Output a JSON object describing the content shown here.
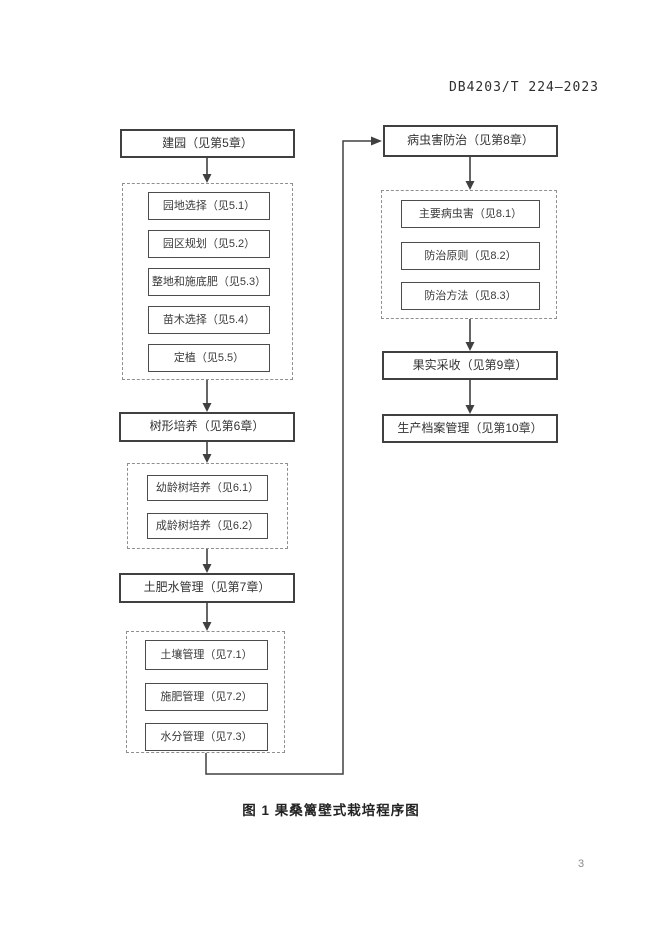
{
  "header": {
    "doc_code": "DB4203/T 224—2023"
  },
  "figure": {
    "caption": "图 1 果桑篱壁式栽培程序图",
    "page_number": "3"
  },
  "flow": {
    "left": [
      {
        "label": "建园（见第5章）",
        "children": [
          "园地选择（见5.1）",
          "园区规划（见5.2）",
          "整地和施底肥（见5.3）",
          "苗木选择（见5.4）",
          "定植（见5.5）"
        ]
      },
      {
        "label": "树形培养（见第6章）",
        "children": [
          "幼龄树培养（见6.1）",
          "成龄树培养（见6.2）"
        ]
      },
      {
        "label": "土肥水管理（见第7章）",
        "children": [
          "土壤管理（见7.1）",
          "施肥管理（见7.2）",
          "水分管理（见7.3）"
        ]
      }
    ],
    "right": [
      {
        "label": "病虫害防治（见第8章）",
        "children": [
          "主要病虫害（见8.1）",
          "防治原则（见8.2）",
          "防治方法（见8.3）"
        ]
      },
      {
        "label": "果实采收（见第9章）",
        "children": []
      },
      {
        "label": "生产档案管理（见第10章）",
        "children": []
      }
    ]
  },
  "colors": {
    "line": "#404040",
    "dashed_border": "#8f8f8f",
    "text": "#333333",
    "page_number": "#8a8a8a"
  }
}
